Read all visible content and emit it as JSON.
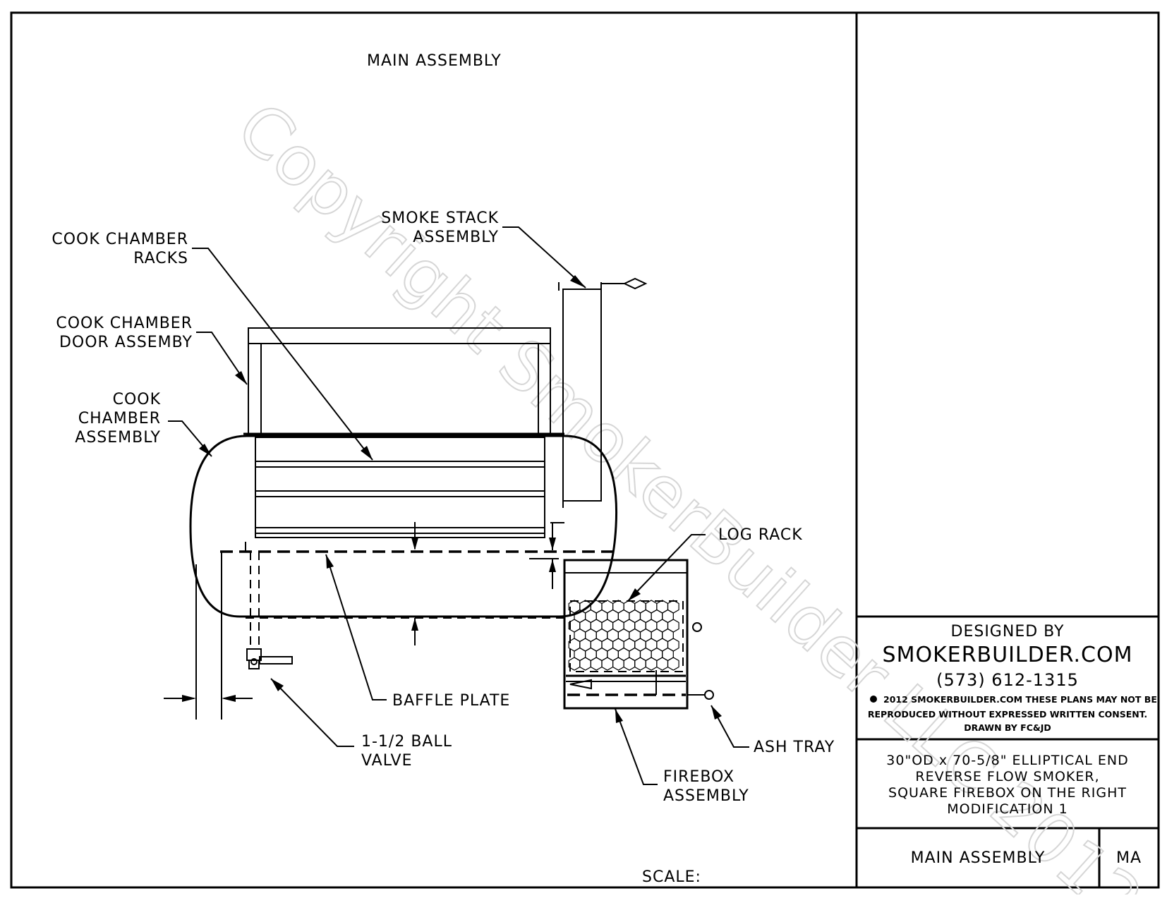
{
  "drawing": {
    "title": "MAIN ASSEMBLY",
    "watermark": "Copyright SmokerBuilder LLC 2012",
    "scale_label": "SCALE:"
  },
  "callouts": {
    "smoke_stack": [
      "SMOKE STACK",
      "ASSEMBLY"
    ],
    "cook_chamber_racks": [
      "COOK CHAMBER",
      "RACKS"
    ],
    "cook_chamber_door": [
      "COOK CHAMBER",
      "DOOR ASSEMBY"
    ],
    "cook_chamber_assembly": [
      "COOK",
      "CHAMBER",
      "ASSEMBLY"
    ],
    "log_rack": "LOG RACK",
    "baffle_plate": "BAFFLE PLATE",
    "ball_valve": [
      "1-1/2 BALL",
      "VALVE"
    ],
    "ash_tray": "ASH TRAY",
    "firebox_assembly": [
      "FIREBOX",
      "ASSEMBLY"
    ]
  },
  "title_block": {
    "designed_by": "DESIGNED BY",
    "company": "SMOKERBUILDER.COM",
    "phone": "(573) 612-1315",
    "copyright_line1": "2012 SMOKERBUILDER.COM THESE PLANS MAY NOT BE",
    "copyright_line2": "REPRODUCED WITHOUT EXPRESSED WRITTEN CONSENT.",
    "drawn_by": "DRAWN BY FC&JD",
    "description": [
      "30\"OD x 70-5/8\" ELLIPTICAL END",
      "REVERSE FLOW SMOKER,",
      "SQUARE FIREBOX ON THE RIGHT",
      "MODIFICATION 1"
    ],
    "sheet_name": "MAIN ASSEMBLY",
    "sheet_code": "MA"
  }
}
